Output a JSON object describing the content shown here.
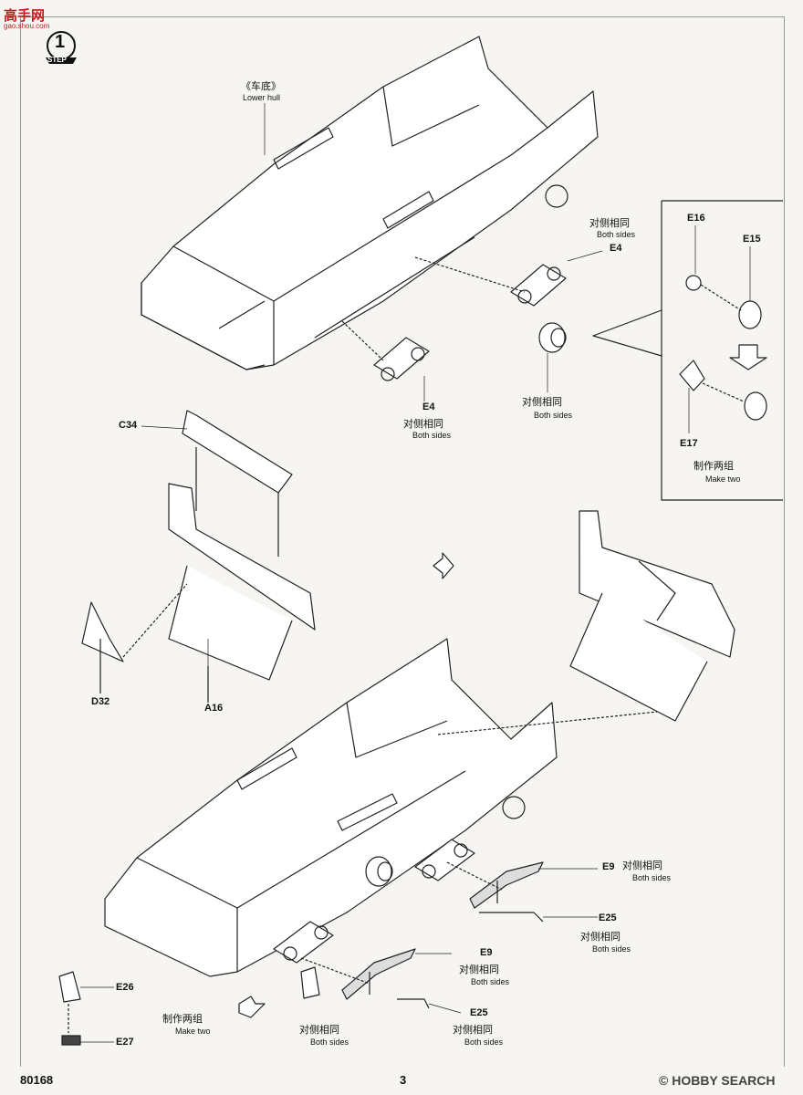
{
  "header": {
    "logo_main": "高手网",
    "logo_sub": "gao.shou.com",
    "step_number": "1",
    "step_word": "STEP"
  },
  "labels": {
    "lower_hull_cn": "《车底》",
    "lower_hull_en": "Lower hull",
    "both_sides_cn": "对侧相同",
    "both_sides_en": "Both sides",
    "make_two_cn": "制作两组",
    "make_two_en": "Make two"
  },
  "parts": {
    "e4": "E4",
    "e15": "E15",
    "e16": "E16",
    "e17": "E17",
    "c34": "C34",
    "d32": "D32",
    "a16": "A16",
    "e9": "E9",
    "e25": "E25",
    "e26": "E26",
    "e27": "E27"
  },
  "footer": {
    "model_number": "80168",
    "page_number": "3",
    "watermark": "© HOBBY SEARCH"
  }
}
